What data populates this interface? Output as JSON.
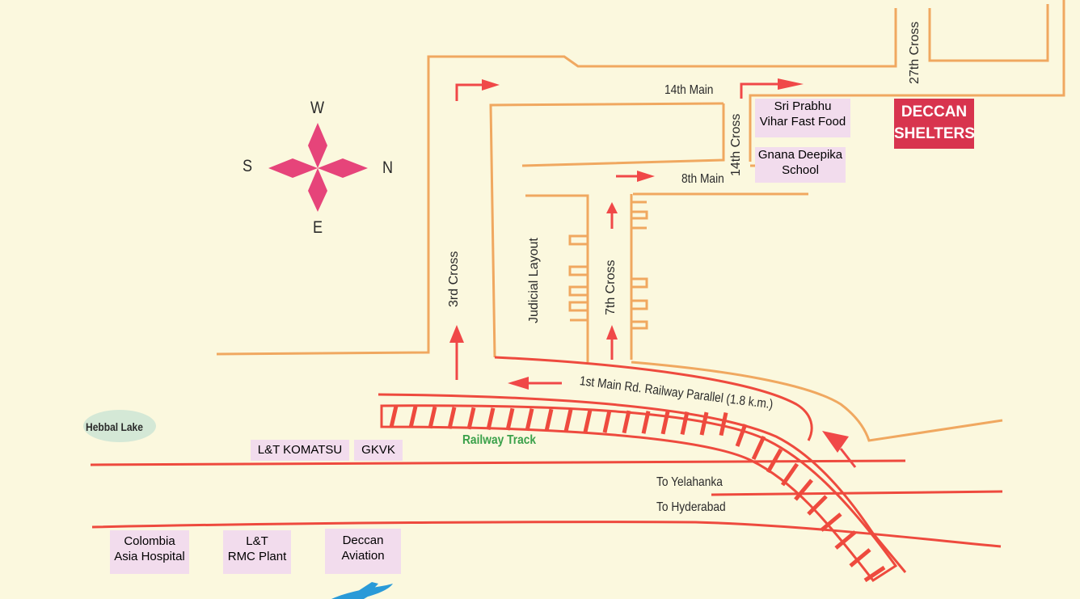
{
  "compass": {
    "north": "N",
    "south": "S",
    "east": "E",
    "west": "W"
  },
  "roads": {
    "main_14": "14th Main",
    "main_8": "8th Main",
    "cross_14": "14th Cross",
    "cross_27": "27th Cross",
    "cross_3": "3rd Cross",
    "cross_7": "7th Cross",
    "judicial_layout": "Judicial Layout",
    "railway_parallel": "1st Main Rd. Railway Parallel (1.8 k.m.)",
    "to_yelahanka": "To Yelahanka",
    "to_hyderabad": "To Hyderabad"
  },
  "railway": {
    "label": "Railway Track"
  },
  "destination": {
    "line1": "DECCAN",
    "line2": "SHELTERS"
  },
  "landmarks": {
    "sri_prabhu_1": "Sri Prabhu",
    "sri_prabhu_2": "Vihar Fast Food",
    "gnana_1": "Gnana Deepika",
    "gnana_2": "School",
    "hebbal_lake": "Hebbal Lake",
    "lt_komatsu": "L&T KOMATSU",
    "gkvk": "GKVK",
    "colombia_1": "Colombia",
    "colombia_2": "Asia Hospital",
    "lt_rmc_1": "L&T",
    "lt_rmc_2": "RMC Plant",
    "deccan_av_1": "Deccan",
    "deccan_av_2": "Aviation"
  },
  "colors": {
    "road_orange": "#f0a860",
    "road_red": "#ee4a3e",
    "arrow_red": "#f04848",
    "compass_pink": "#e6447a",
    "brand_red": "#d8344e",
    "railway_text_green": "#3aa14a",
    "label_bg_pink": "#f2dced",
    "lake_bg": "#d4e8d6",
    "plane_blue": "#2a9ad8"
  }
}
